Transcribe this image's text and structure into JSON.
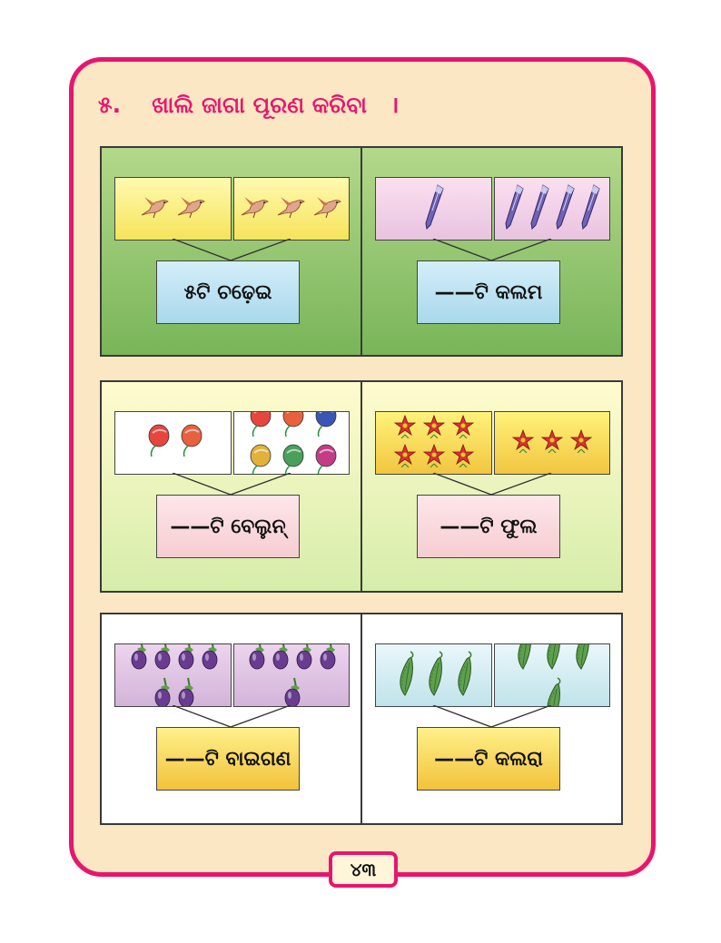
{
  "heading": {
    "number": "୫.",
    "text": "ଖାଲି ଜାଗା ପୂରଣ କରିବା",
    "mark": "।"
  },
  "panels": [
    {
      "id": "birds",
      "label": "୫ଟି ଚଢ଼େଇ",
      "icon": "bird-icon",
      "left_count": 2,
      "right_count": 3
    },
    {
      "id": "pens",
      "label": "——ଟି କଲମ",
      "icon": "pen-icon",
      "left_count": 1,
      "right_count": 4
    },
    {
      "id": "balloons",
      "label": "——ଟି ବେଲୁନ୍",
      "icon": "balloon-icon",
      "left_count": 2,
      "right_count": 6
    },
    {
      "id": "flowers",
      "label": "——ଟି ଫୁଲ",
      "icon": "flower-icon",
      "left_count": 6,
      "right_count": 3
    },
    {
      "id": "brinjals",
      "label": "——ଟି ବାଇଗଣ",
      "icon": "brinjal-icon",
      "left_count": 6,
      "right_count": 5
    },
    {
      "id": "bittergourds",
      "label": "——ଟି କଲରା",
      "icon": "bitter-gourd-icon",
      "left_count": 3,
      "right_count": 4
    }
  ],
  "colors": {
    "accent": "#e8156e",
    "frame_fill": "#fbe7c4"
  },
  "page_number": "୪୩"
}
